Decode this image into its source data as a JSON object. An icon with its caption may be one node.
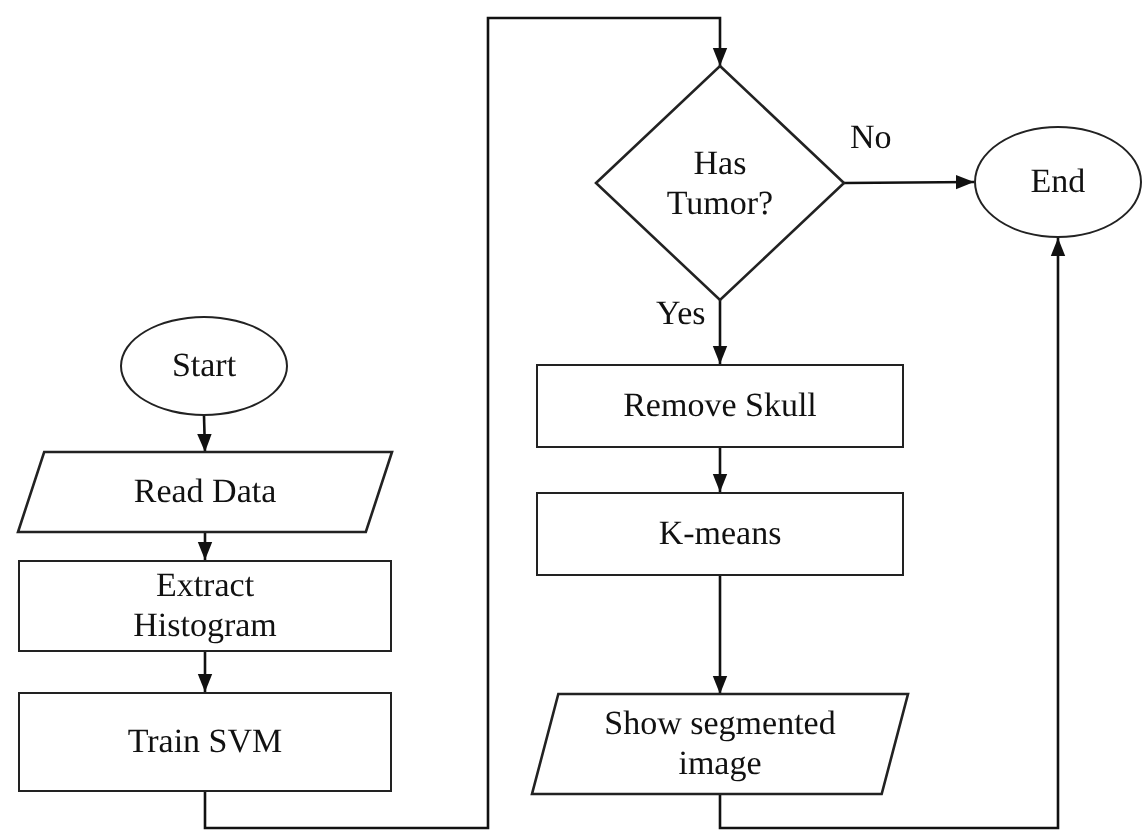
{
  "diagram": {
    "nodes": [
      {
        "text": [
          "Start"
        ]
      },
      {
        "text": [
          "Read Data"
        ]
      },
      {
        "text": [
          "Extract Histogram"
        ]
      },
      {
        "text": [
          "Train SVM"
        ]
      },
      {
        "text": [
          "Has Tumor?"
        ]
      },
      {
        "text": [
          "End"
        ]
      },
      {
        "text": [
          "Remove Skull"
        ]
      },
      {
        "text": [
          "K-means"
        ]
      },
      {
        "text": [
          "Show segmented image"
        ]
      }
    ],
    "edges": [
      {
        "from": 0,
        "to": 1,
        "arrow": "to"
      },
      {
        "from": 1,
        "to": 2,
        "arrow": "to"
      },
      {
        "from": 2,
        "to": 3,
        "arrow": "to"
      },
      {
        "from": 3,
        "to": 4,
        "arrow": "to"
      },
      {
        "from": 4,
        "to": 5,
        "arrow": "to",
        "label": "No"
      },
      {
        "from": 4,
        "to": 6,
        "arrow": "to",
        "label": "Yes"
      },
      {
        "from": 6,
        "to": 7,
        "arrow": "to"
      },
      {
        "from": 7,
        "to": 8,
        "arrow": "to"
      },
      {
        "from": 8,
        "to": 5,
        "arrow": "to"
      }
    ]
  }
}
